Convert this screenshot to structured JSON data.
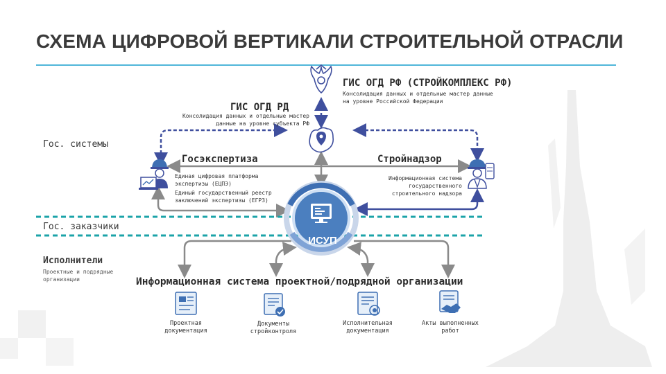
{
  "title": "СХЕМА ЦИФРОВОЙ ВЕРТИКАЛИ СТРОИТЕЛЬНОЙ ОТРАСЛИ",
  "colors": {
    "accent": "#4fb6d9",
    "teal": "#1ba3a8",
    "navy": "#3f4f9e",
    "gray": "#8a8a8a",
    "blue": "#3e6fb3"
  },
  "gis_rf": {
    "title": "ГИС ОГД РФ (СТРОЙКОМПЛЕКС РФ)",
    "desc_1": "Консолидация данных и отдельные мастер данные",
    "desc_2": "на уровне Российской Федерации",
    "icon": "coat-of-arms-icon"
  },
  "gis_rd": {
    "title": "ГИС ОГД РД",
    "desc_1": "Консолидация данных и отдельные мастер",
    "desc_2": "данные на уровне субъекта РФ",
    "icon": "map-pin-icon"
  },
  "gosexpertiza": {
    "title": "Госэкспертиза",
    "desc_1": "Единая цифровая платформа",
    "desc_2": "экспертизы (ЕЦПЭ)",
    "desc_3": "Единый государственный реестр",
    "desc_4": "заключений экспертизы (ЕГРЗ)",
    "icon": "engineer-icon"
  },
  "stroynadzor": {
    "title": "Стройнадзор",
    "desc_1": "Информационная система",
    "desc_2": "государственного",
    "desc_3": "строительного надзора",
    "icon": "inspector-icon"
  },
  "tiers": {
    "gov_systems": "Гос. системы",
    "gov_customers": "Гос. заказчики",
    "executors": "Исполнители",
    "executors_sub_1": "Проектные и подрядные",
    "executors_sub_2": "организации"
  },
  "isup": {
    "label": "ИСУП",
    "icon": "monitor-icon"
  },
  "info_system": "Информационная система проектной/подрядной организации",
  "docs": [
    {
      "line1": "Проектная",
      "line2": "документация",
      "icon": "blueprint-icon"
    },
    {
      "line1": "Документы",
      "line2": "стройконтроля",
      "icon": "checklist-doc-icon"
    },
    {
      "line1": "Исполнительная",
      "line2": "документация",
      "icon": "stamped-doc-icon"
    },
    {
      "line1": "Акты выполненных",
      "line2": "работ",
      "icon": "handshake-doc-icon"
    }
  ]
}
